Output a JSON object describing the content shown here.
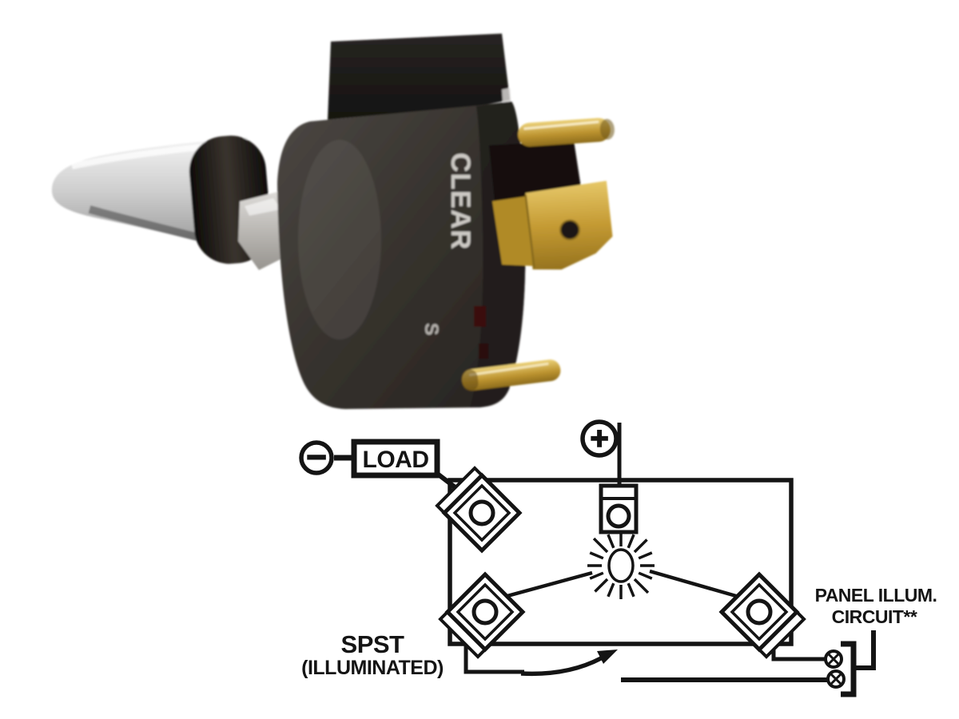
{
  "page": {
    "background_color": "#ffffff"
  },
  "photo": {
    "body_label_vertical": "CLEAR",
    "body_label_small": "S",
    "colors": {
      "switch_body": "#35322e",
      "top_cap": "#1d1b18",
      "lever_chrome": "#c9c9c9",
      "collar_black": "#171411",
      "brass_terminal": "#c49a33",
      "label_text": "#ccc9c4"
    }
  },
  "diagram": {
    "line_color": "#141414",
    "minus_symbol": "−",
    "plus_symbol": "+",
    "load_label": "LOAD",
    "switch_type_line1": "SPST",
    "switch_type_line2": "(ILLUMINATED)",
    "panel_circuit_line1": "PANEL ILLUM.",
    "panel_circuit_line2": "CIRCUIT**",
    "icons": {
      "minus_terminal": "minus-terminal-icon",
      "plus_terminal": "plus-terminal-icon",
      "lamp": "lamp-icon",
      "screw_terminals": "screw-terminal-icon",
      "switch_arrow": "switch-contact-arrow-icon",
      "spade_terminals": "diamond-spade-terminal-icon"
    }
  }
}
